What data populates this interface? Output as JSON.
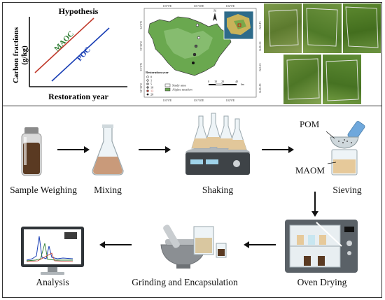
{
  "hypothesis": {
    "title": "Hypothesis",
    "ylabel_line1": "Carbon fractions",
    "ylabel_line2": "(g/kg)",
    "xlabel": "Restoration year",
    "series": [
      {
        "name": "MAOC",
        "color": "#2e7d32"
      },
      {
        "name": "POC",
        "color": "#1a3fb5"
      }
    ],
    "colors": {
      "maoc_line": "#c0392b",
      "poc_line": "#1a3fb5",
      "maoc_text": "#2e7d32"
    }
  },
  "map": {
    "lon_ticks": [
      "101°0'E",
      "101°30'E",
      "102°0'E"
    ],
    "lat_ticks_left": [
      "34°0'N",
      "33°30'N",
      "33°0'N",
      "32°30'N"
    ],
    "lat_ticks_right": [
      "34°0'N",
      "33°30'N",
      "33°0'N",
      "32°30'N"
    ],
    "legend_title": "Restoration year",
    "legend_years": [
      "0",
      "1",
      "5",
      "10",
      "13",
      "20"
    ],
    "legend_items": [
      "Study area",
      "Alpine meadow"
    ],
    "scale": [
      "0",
      "10",
      "20",
      "40"
    ],
    "scale_unit": "km",
    "north": "N"
  },
  "process": {
    "steps": [
      {
        "label": "Sample Weighing"
      },
      {
        "label": "Mixing"
      },
      {
        "label": "Shaking"
      },
      {
        "label": "Sieving"
      },
      {
        "label": "Oven Drying"
      },
      {
        "label": "Grinding and Encapsulation"
      },
      {
        "label": "Analysis"
      }
    ],
    "sieve_labels": {
      "top": "POM",
      "bottom": "MAOM"
    }
  }
}
